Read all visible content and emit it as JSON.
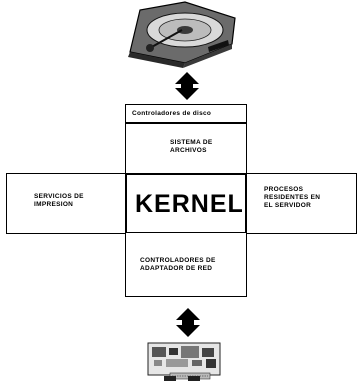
{
  "diagram": {
    "top_block_label": "Controladores de disco",
    "filesystem_label_line1": "SISTEMA DE",
    "filesystem_label_line2": "ARCHIVOS",
    "kernel_label": "KERNEL",
    "left_label_line1": "SERVICIOS DE",
    "left_label_line2": "IMPRESION",
    "right_label_line1": "PROCESOS",
    "right_label_line2": "RESIDENTES EN",
    "right_label_line3": "EL SERVIDOR",
    "bottom_label_line1": "CONTROLADORES DE",
    "bottom_label_line2": "ADAPTADOR DE RED"
  },
  "icons": {
    "top": "hard-disk-icon",
    "bottom": "network-card-icon"
  }
}
